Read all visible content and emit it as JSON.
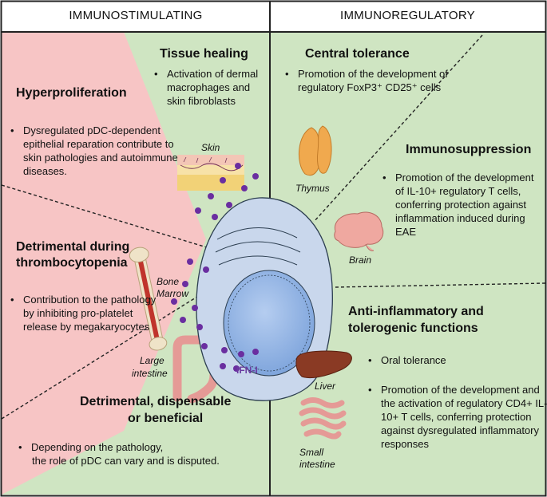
{
  "headers": {
    "left": "IMMUNOSTIMULATING",
    "right": "IMMUNOREGULATORY"
  },
  "left": {
    "tissue_healing": {
      "title": "Tissue healing",
      "text": "Activation of dermal macrophages and skin fibroblasts"
    },
    "hyperproliferation": {
      "title": "Hyperproliferation",
      "text": "Dysregulated pDC-dependent epithelial reparation contribute to skin pathologies and autoimmune diseases."
    },
    "thrombocytopenia": {
      "title_line1": "Detrimental during",
      "title_line2": "thrombocytopenia",
      "text": "Contribution to the pathology by inhibiting pro-platelet release by megakaryocytes"
    },
    "dispensable": {
      "title_line1": "Detrimental, dispensable",
      "title_line2": "or beneficial",
      "text_line1": "Depending on the pathology,",
      "text_line2": "the role of pDC can vary and is disputed."
    }
  },
  "right": {
    "central_tolerance": {
      "title": "Central tolerance",
      "text": "Promotion of the development of regulatory FoxP3⁺ CD25⁺ cells"
    },
    "immunosuppression": {
      "title": "Immunosuppression",
      "text": "Promotion of the development of IL-10+ regulatory T cells, conferring protection against inflammation induced during EAE"
    },
    "anti_inflammatory": {
      "title_line1": "Anti-inflammatory and",
      "title_line2": "tolerogenic functions",
      "bullet1": "Oral tolerance",
      "bullet2": "Promotion of the development and the activation of regulatory CD4+ IL-10+ T cells, conferring protection against dysregulated inflammatory responses"
    }
  },
  "organs": {
    "skin": "Skin",
    "bone_marrow_1": "Bone",
    "bone_marrow_2": "Marrow",
    "large_intestine_1": "Large",
    "large_intestine_2": "intestine",
    "thymus": "Thymus",
    "brain": "Brain",
    "liver": "Liver",
    "small_intestine_1": "Small",
    "small_intestine_2": "intestine"
  },
  "ifn_label": "IFN-I",
  "colors": {
    "pink": "#f7c5c5",
    "green": "#cfe5c2",
    "cell_outer": "#c9d7ec",
    "nucleus": "#92b3e3",
    "dots": "#6a2ea0"
  }
}
